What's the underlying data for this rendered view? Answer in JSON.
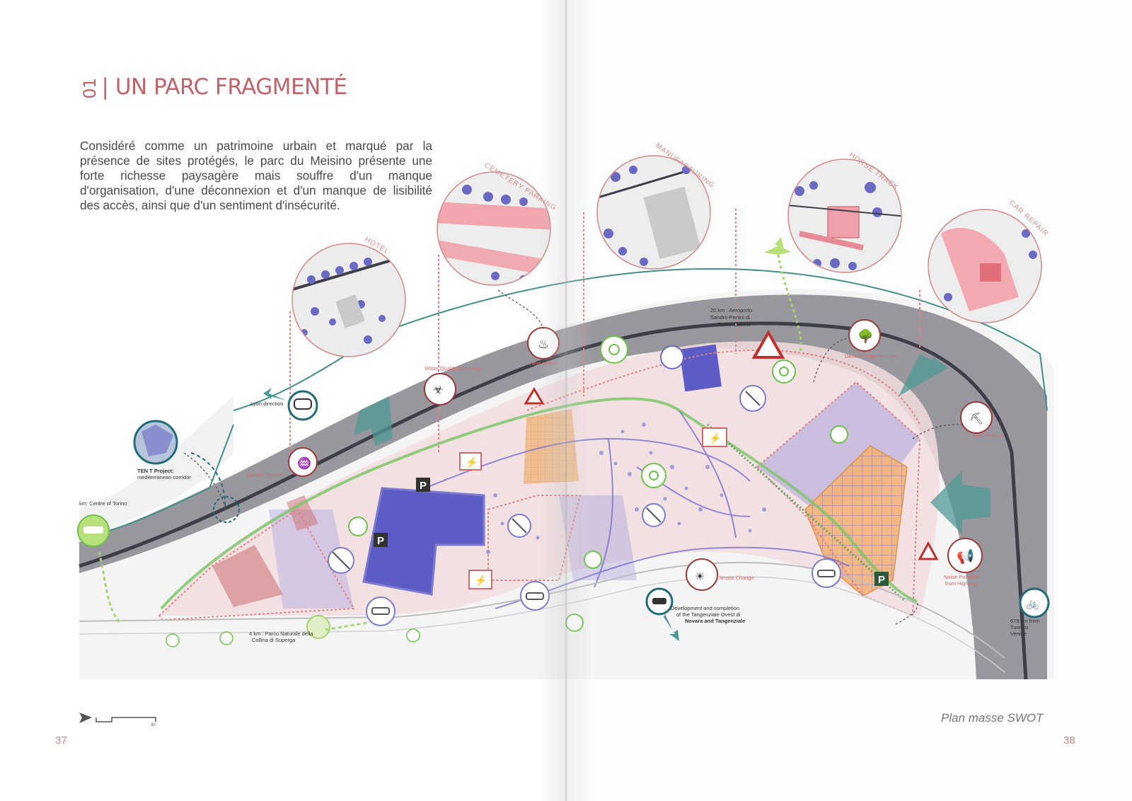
{
  "title": {
    "number": "01",
    "text": "| UN PARC FRAGMENTÉ"
  },
  "intro": "Considéré comme un patrimoine urbain et marqué par la présence de sites protégés, le parc du Meisino présente une forte richesse paysagère mais souffre d'un manque d'organisation, d'une déconnexion et d'un manque de lisibilité des accès, ainsi que d'un sentiment d'insécurité.",
  "callouts": {
    "hotel": "HOTEL",
    "cemetery_parking": "CEMETERY PARKING",
    "manufacturing": "MANUFACTURING",
    "horse_track": "HORSE TRACK",
    "car_repair": "CAR REPAIR"
  },
  "labels": {
    "airport_1": "20 km : Aeroporto",
    "airport_2": "Sandro-Pertini di",
    "airport_3": "Torino Caselle",
    "lyon": "Lyon direction",
    "tent_1": "TEN T Project:",
    "tent_2": "mediterranean corridor",
    "centre": "km: Centre of Torino",
    "water_quality": "Water Quality Concerns",
    "heat_waves": "Heat waves",
    "aquifer": "Aquifer Depletion",
    "green_cover": "Decline of green cover",
    "soil": "Soil depletion",
    "climate": "Climate Change",
    "noise_1": "Noise Pollution",
    "noise_2": "from Highway",
    "dev_1": "Development and completion",
    "dev_2": "of the Tangenziale Ovest di",
    "dev_3": "Novara and Tangenziale",
    "superga_1": "4 km : Parco Naturale della",
    "superga_2": "Collina di Superga",
    "venice_1": "679 km from",
    "venice_2": "Turin to",
    "venice_3": "Venice",
    "parking": "P",
    "scale_end": "30"
  },
  "caption": "Plan masse SWOT",
  "page_numbers": {
    "left": "37",
    "right": "38"
  },
  "colors": {
    "accent": "#c0636a",
    "river_grey": "#8e8e95",
    "teal": "#3f8f8a",
    "park_pink": "#f2dcdf",
    "purple": "#7c7ccf",
    "orange": "#f0b275",
    "green": "#6cc24a"
  },
  "icons": [
    "train-icon",
    "globe-icon",
    "car-icon",
    "water-quality-icon",
    "heat-waves-icon",
    "aquifer-icon",
    "warning-icon",
    "plane-icon",
    "leaf-icon",
    "tree-decline-icon",
    "soil-icon",
    "megaphone-icon",
    "bicycle-icon",
    "no-walking-icon",
    "climate-icon",
    "electric-icon",
    "parking-icon",
    "scale-bar-icon"
  ]
}
